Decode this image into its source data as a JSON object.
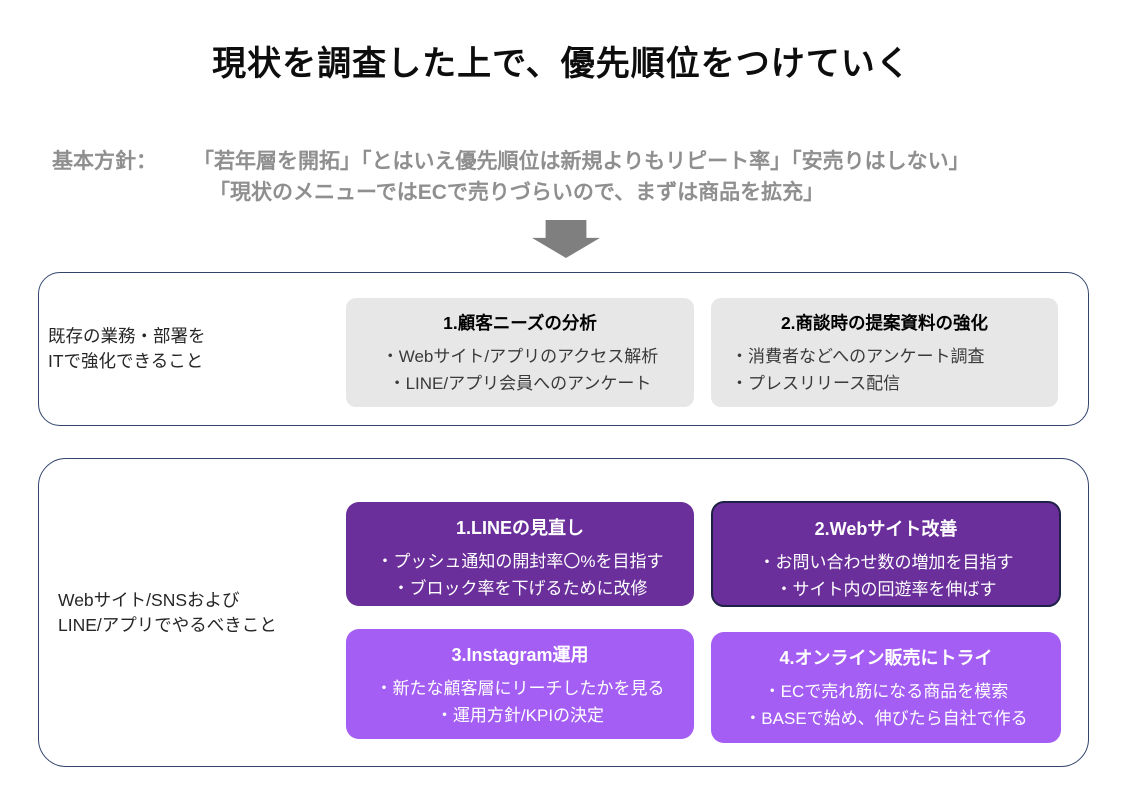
{
  "slide": {
    "title": "現状を調査した上で、優先順位をつけていく"
  },
  "policy": {
    "label": "基本方針：",
    "lines": [
      "「若年層を開拓」「とはいえ優先順位は新規よりもリピート率」「安売りはしない」",
      "「現状のメニューではECで売りづらいので、まずは商品を拡充」"
    ]
  },
  "arrow": {
    "icon": "down-block-arrow",
    "color": "#7f7f7f"
  },
  "sections": [
    {
      "label_lines": [
        "既存の業務・部署を",
        "ITで強化できること"
      ],
      "cards": [
        {
          "title": "1.顧客ニーズの分析",
          "bullets": [
            "・Webサイト/アプリのアクセス解析",
            "・LINE/アプリ会員へのアンケート"
          ],
          "bg": "#e7e7e7"
        },
        {
          "title": "2.商談時の提案資料の強化",
          "bullets": [
            "・消費者などへのアンケート調査",
            "・プレスリリース配信"
          ],
          "bg": "#e7e7e7"
        }
      ]
    },
    {
      "label_lines": [
        "Webサイト/SNSおよび",
        "LINE/アプリでやるべきこと"
      ],
      "cards": [
        {
          "title": "1.LINEの見直し",
          "bullets": [
            "・プッシュ通知の開封率〇%を目指す",
            "・ブロック率を下げるために改修"
          ],
          "bg": "#6b2f9b"
        },
        {
          "title": "2.Webサイト改善",
          "bullets": [
            "・お問い合わせ数の増加を目指す",
            "・サイト内の回遊率を伸ばす"
          ],
          "bg": "#6b2f9b",
          "border": "#1f2147"
        },
        {
          "title": "3.Instagram運用",
          "bullets": [
            "・新たな顧客層にリーチしたかを見る",
            "・運用方針/KPIの決定"
          ],
          "bg": "#a55ef3"
        },
        {
          "title": "4.オンライン販売にトライ",
          "bullets": [
            "・ECで売れ筋になる商品を模索",
            "・BASEで始め、伸びたら自社で作る"
          ],
          "bg": "#a55ef3"
        }
      ]
    }
  ],
  "colors": {
    "title_text": "#0d0d0d",
    "policy_text": "#8f8f8f",
    "arrow_gray": "#7f7f7f",
    "box_border_navy": "#33456e",
    "card_gray_bg": "#e7e7e7",
    "card_purple_dark": "#6b2f9b",
    "card_purple_light": "#a55ef3",
    "card2_border": "#1f2147"
  }
}
